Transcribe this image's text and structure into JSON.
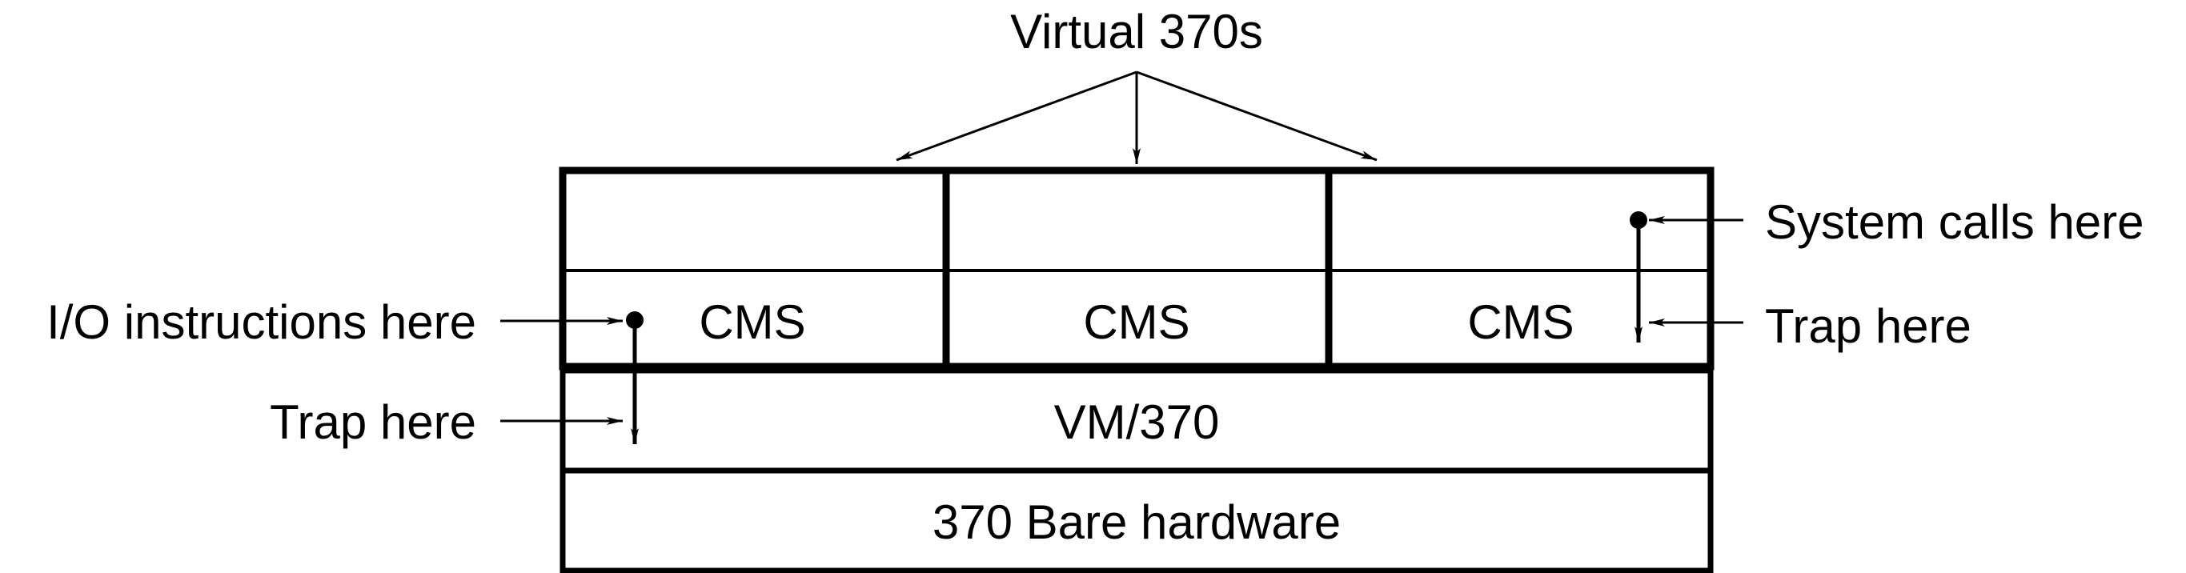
{
  "title": "Virtual 370s",
  "cells": [
    "CMS",
    "CMS",
    "CMS"
  ],
  "layers": {
    "vm": "VM/370",
    "hardware": "370 Bare hardware"
  },
  "annotations": {
    "io_instructions": "I/O instructions here",
    "trap_left": "Trap here",
    "system_calls": "System calls here",
    "trap_right": "Trap here"
  },
  "colors": {
    "ink": "#000000",
    "background": "#ffffff"
  }
}
